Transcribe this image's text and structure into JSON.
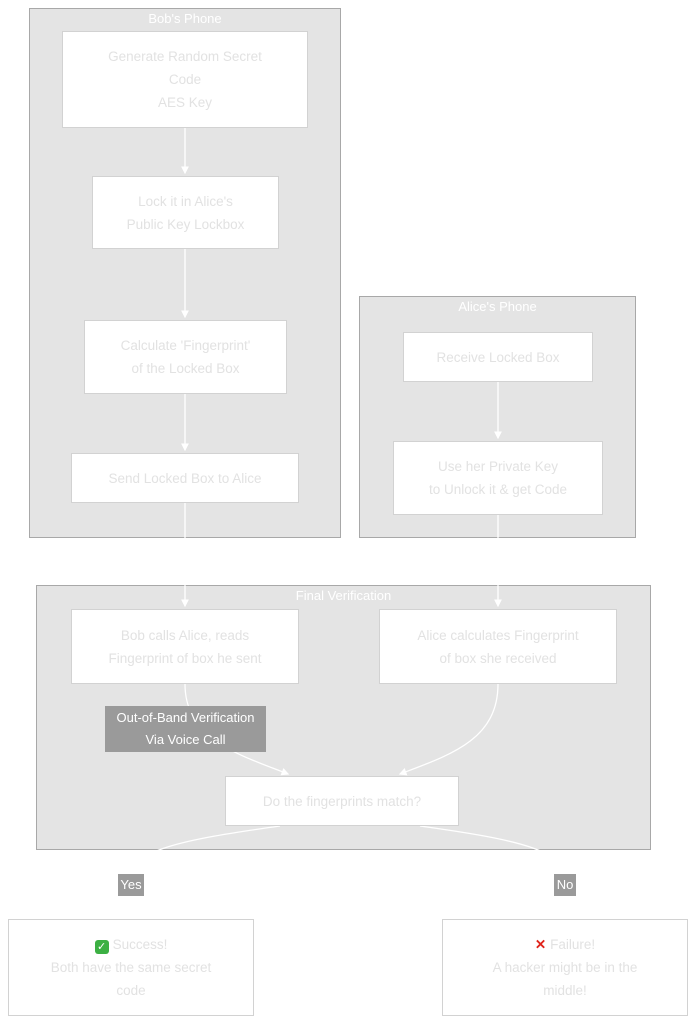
{
  "bob_phone": {
    "title": "Bob's Phone",
    "gen_code": [
      "Generate Random Secret",
      "Code",
      "AES Key"
    ],
    "lock": [
      "Lock it in Alice's",
      "Public Key Lockbox"
    ],
    "fingerprint": [
      "Calculate 'Fingerprint'",
      "of the Locked Box"
    ],
    "send": "Send Locked Box to Alice"
  },
  "alice_phone": {
    "title": "Alice's Phone",
    "receive": "Receive Locked Box",
    "unlock": [
      "Use her Private Key",
      "to Unlock it & get Code"
    ]
  },
  "verification": {
    "title": "Final Verification",
    "bob_calls": [
      "Bob calls Alice, reads",
      "Fingerprint of box he sent"
    ],
    "alice_calc": [
      "Alice calculates Fingerprint",
      "of box she received"
    ],
    "oob_label": [
      "Out-of-Band Verification",
      "Via Voice Call"
    ],
    "decision": "Do the fingerprints match?"
  },
  "edges": {
    "yes": "Yes",
    "no": "No"
  },
  "success": {
    "icon": "check-mark-icon",
    "title": "Success!",
    "lines": [
      "Both have the same secret",
      "code"
    ]
  },
  "failure": {
    "icon": "cross-mark-icon",
    "title": "Failure!",
    "lines": [
      "A hacker might be in the",
      "middle!"
    ]
  },
  "colors": {
    "cluster_bg": "#e4e4e4",
    "node_bg": "#ffffff",
    "text": "#e2e2e2",
    "edge_label_bg": "#9a9a9a",
    "success_icon": "#3cb043",
    "failure_icon": "#e0241b"
  }
}
